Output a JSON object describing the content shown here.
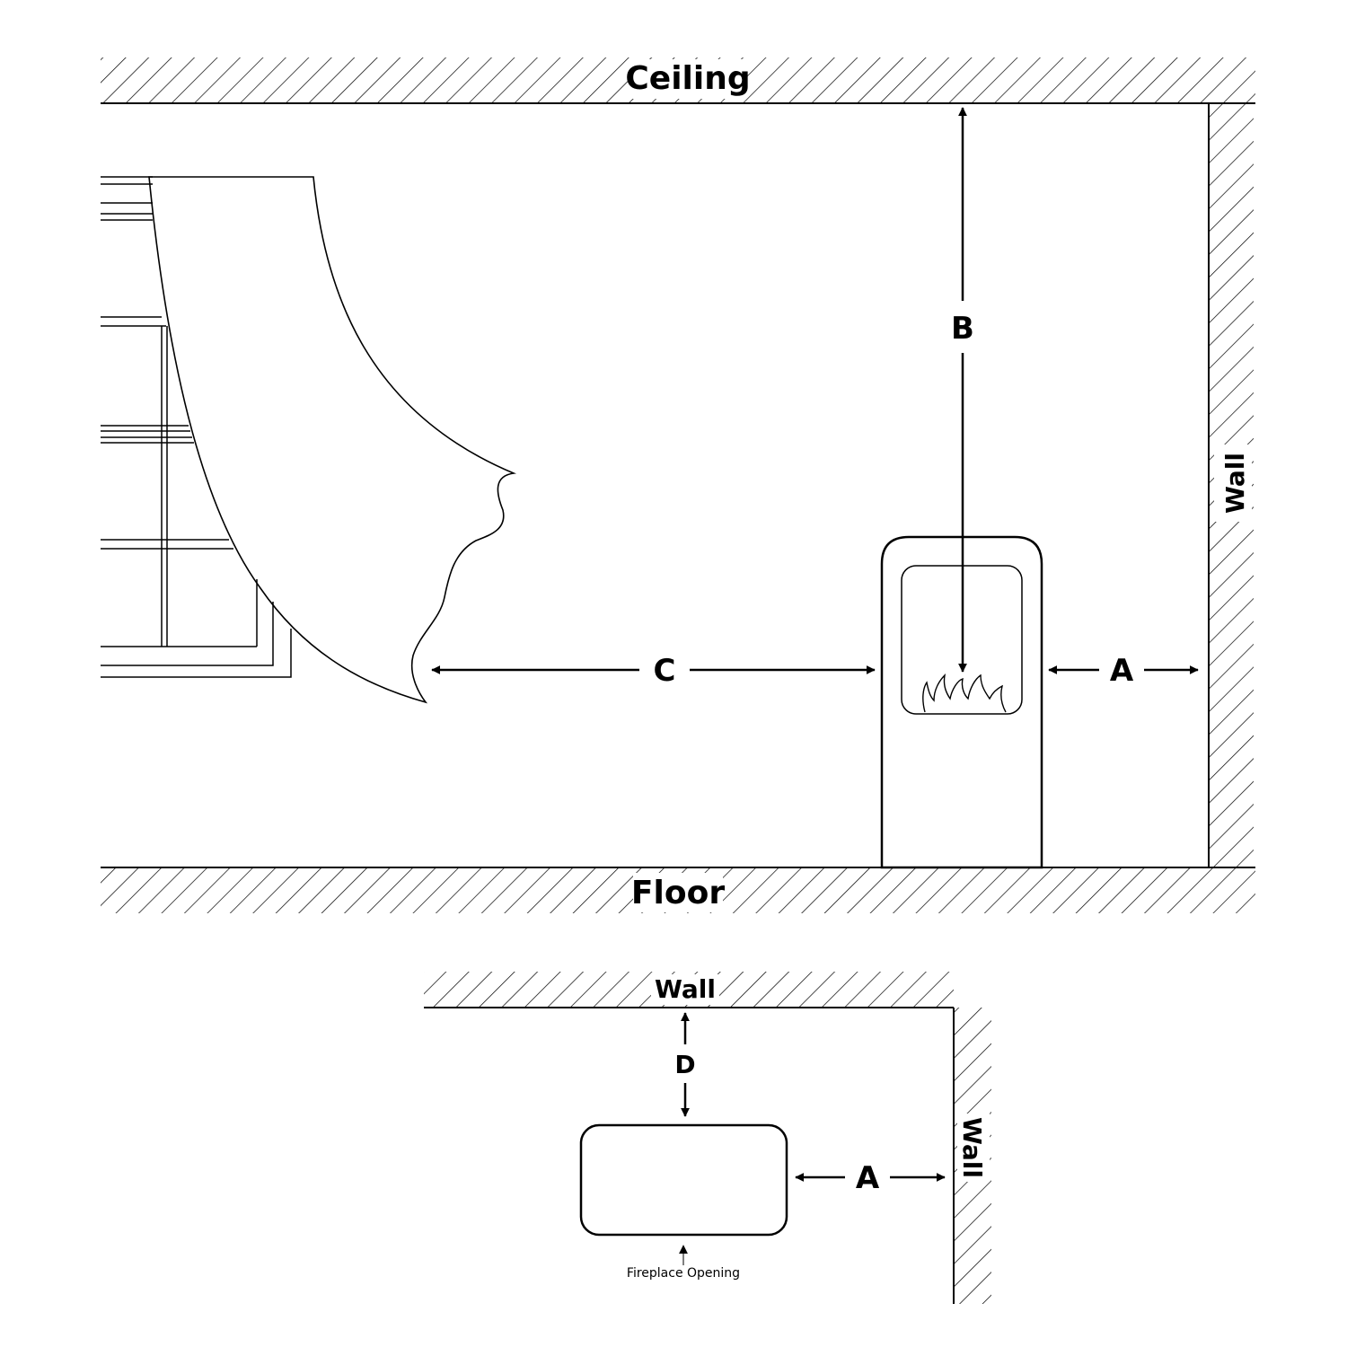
{
  "elevation": {
    "ceiling_label": "Ceiling",
    "floor_label": "Floor",
    "wall_label": "Wall",
    "dim_a": "A",
    "dim_b": "B",
    "dim_c": "C"
  },
  "plan": {
    "wall_top_label": "Wall",
    "wall_side_label": "Wall",
    "dim_a": "A",
    "dim_d": "D",
    "opening_label": "Fireplace Opening"
  }
}
